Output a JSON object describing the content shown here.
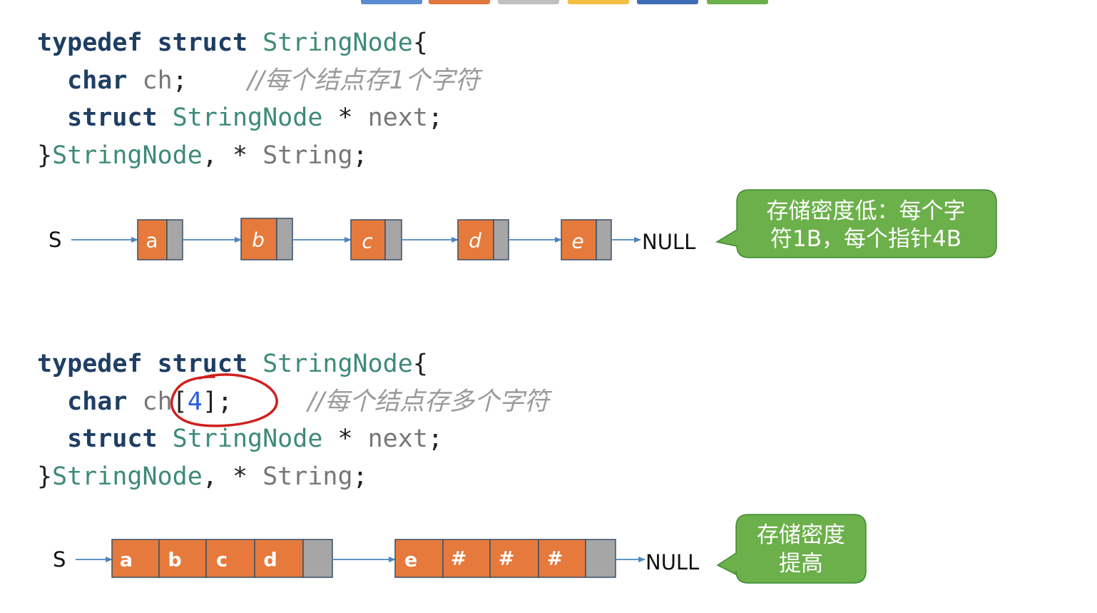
{
  "code1": {
    "line1": {
      "kw1": "typedef",
      "kw2": "struct",
      "type": "StringNode",
      "brace": "{"
    },
    "line2": {
      "kw": "char",
      "var": "ch",
      "semi": ";",
      "comment": "//每个结点存1个字符"
    },
    "line3": {
      "kw": "struct",
      "type": "StringNode",
      "star": " * ",
      "var": "next",
      "semi": ";"
    },
    "line4": {
      "brace": "}",
      "type": "StringNode",
      "comma": ", * ",
      "alias": "String",
      "semi": ";"
    }
  },
  "code2": {
    "line1": {
      "kw1": "typedef",
      "kw2": "struct",
      "type": "StringNode",
      "brace": "{"
    },
    "line2": {
      "kw": "char",
      "var": "ch",
      "lb": "[",
      "num": "4",
      "rb": "]",
      "semi": ";",
      "comment": "//每个结点存多个字符"
    },
    "line3": {
      "kw": "struct",
      "type": "StringNode",
      "star": " * ",
      "var": "next",
      "semi": ";"
    },
    "line4": {
      "brace": "}",
      "type": "StringNode",
      "comma": ", * ",
      "alias": "String",
      "semi": ";"
    }
  },
  "diagram1": {
    "head": "S",
    "nodes": [
      "a",
      "b",
      "c",
      "d",
      "e"
    ],
    "tail": "NULL",
    "callout": [
      "存储密度低：每个字",
      "符1B，每个指针4B"
    ]
  },
  "diagram2": {
    "head": "S",
    "blocks": [
      [
        "a",
        "b",
        "c",
        "d"
      ],
      [
        "e",
        "#",
        "#",
        "#"
      ]
    ],
    "tail": "NULL",
    "callout": [
      "存储密度",
      "提高"
    ]
  },
  "colors": {
    "node_fill": "#e57a3c",
    "pointer_fill": "#a6a6a6",
    "callout_fill": "#6bb04a",
    "highlight_circle": "#d0201e",
    "arrow": "#4a86c0",
    "keyword": "#1f3e63",
    "type": "#3e8a7a"
  },
  "top_tabs": [
    "#5b8ccf",
    "#e0793a",
    "#bfbfbf",
    "#f2c043",
    "#3e6db6",
    "#6bb04a"
  ]
}
